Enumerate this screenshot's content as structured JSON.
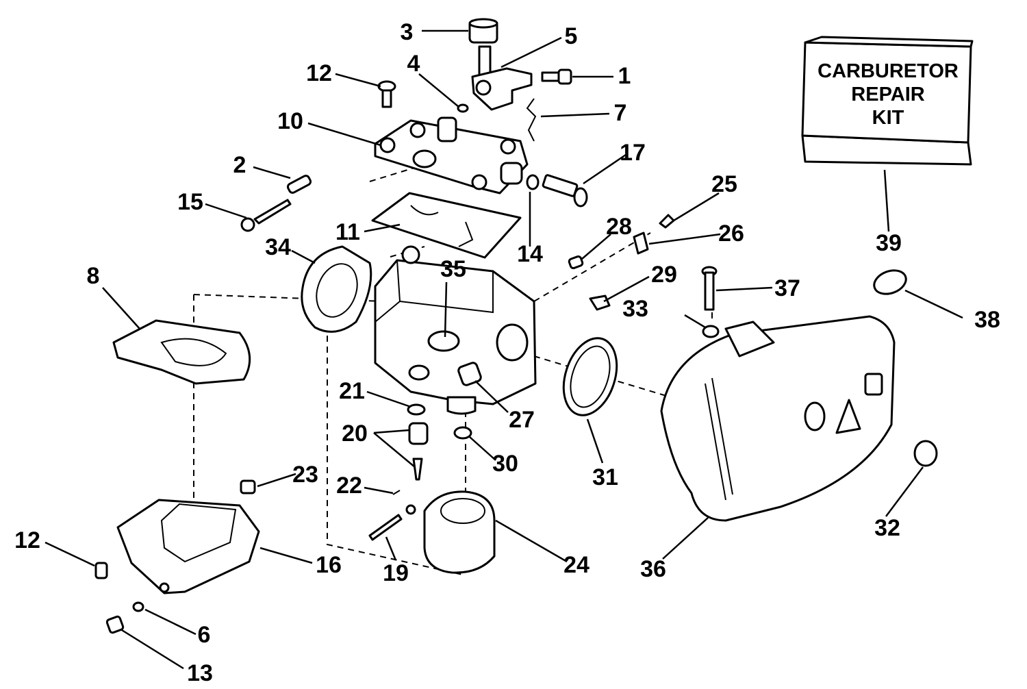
{
  "kit_label": [
    "CARBURETOR",
    "REPAIR",
    "KIT"
  ],
  "callouts": {
    "c1": "1",
    "c2": "2",
    "c3": "3",
    "c4": "4",
    "c5": "5",
    "c6": "6",
    "c7": "7",
    "c8": "8",
    "c10": "10",
    "c11": "11",
    "c12a": "12",
    "c12b": "12",
    "c13": "13",
    "c14": "14",
    "c15": "15",
    "c16": "16",
    "c17": "17",
    "c19": "19",
    "c20": "20",
    "c21": "21",
    "c22": "22",
    "c23": "23",
    "c24": "24",
    "c25": "25",
    "c26": "26",
    "c27": "27",
    "c28": "28",
    "c29": "29",
    "c30": "30",
    "c31": "31",
    "c32": "32",
    "c33": "33",
    "c34": "34",
    "c35": "35",
    "c36": "36",
    "c37": "37",
    "c38": "38",
    "c39": "39"
  }
}
